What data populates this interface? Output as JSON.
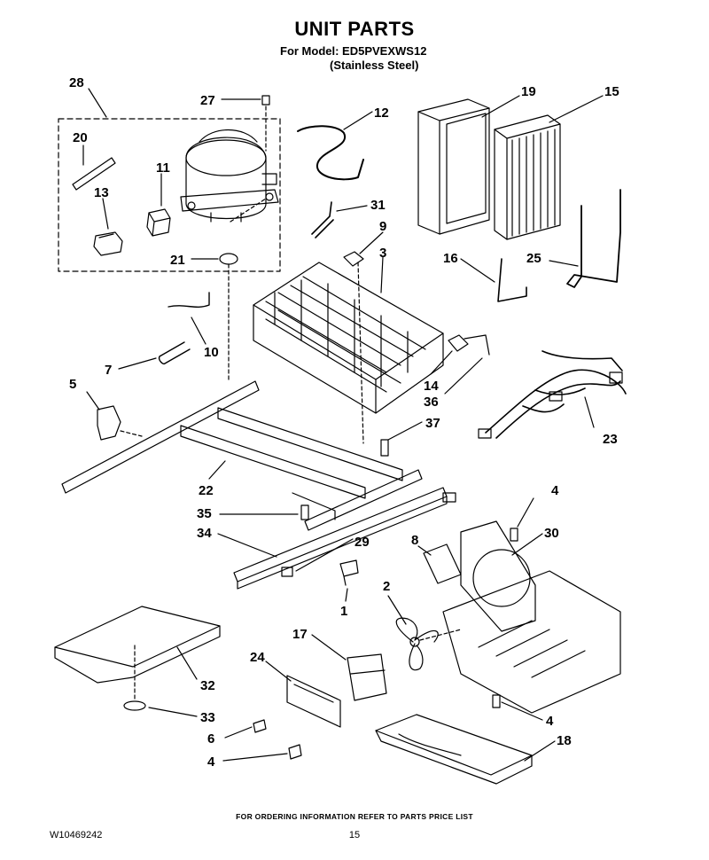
{
  "header": {
    "title": "UNIT PARTS",
    "model_line": "For Model: ED5PVEXWS12",
    "finish_line": "(Stainless Steel)"
  },
  "footer": {
    "ordering_note": "FOR ORDERING INFORMATION REFER TO PARTS PRICE LIST",
    "document_id": "W10469242",
    "page_number": "15"
  },
  "callouts": [
    "28",
    "27",
    "12",
    "19",
    "15",
    "20",
    "11",
    "13",
    "31",
    "21",
    "9",
    "3",
    "16",
    "25",
    "10",
    "7",
    "14",
    "36",
    "5",
    "37",
    "23",
    "22",
    "35",
    "34",
    "29",
    "8",
    "4",
    "30",
    "1",
    "2",
    "17",
    "24",
    "32",
    "33",
    "6",
    "18"
  ]
}
